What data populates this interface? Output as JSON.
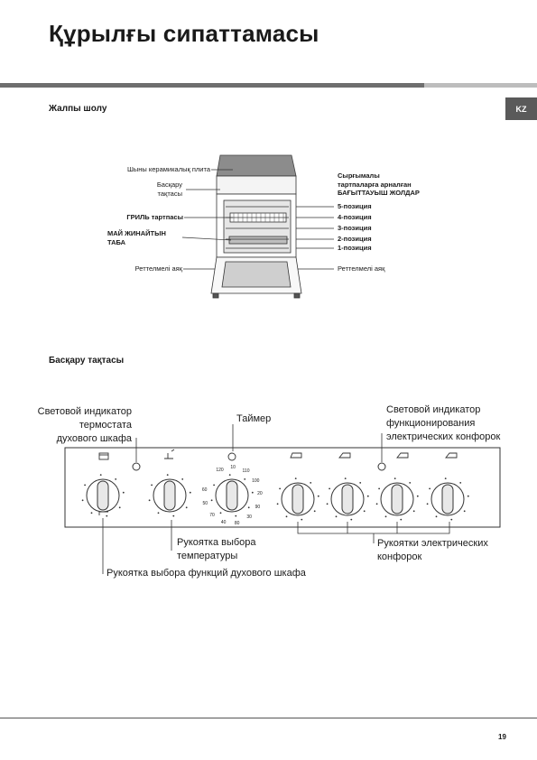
{
  "header": {
    "title": "Құрылғы сипаттамасы",
    "lang_tab": "KZ"
  },
  "overview": {
    "heading": "Жалпы шолу",
    "labels": {
      "glass_ceramic": "Шыны керамикалық плита",
      "control_panel": "Басқару\nтақтасы",
      "grill_rack": "ГРИЛЬ тартпасы",
      "drip_tray": "МАЙ ЖИНАЙТЫН\nТАБА",
      "adjustable_foot_left": "Реттелмелі аяқ",
      "sliding_guides": "Сырғымалы\nтартпаларға арналған\nБАҒЫТТАУЫШ ЖОЛДАР",
      "pos5": "5-позиция",
      "pos4": "4-позиция",
      "pos3": "3-позиция",
      "pos2": "2-позиция",
      "pos1": "1-позиция",
      "adjustable_foot_right": "Реттелмелі аяқ"
    }
  },
  "control_panel": {
    "heading": "Басқару тақтасы",
    "labels": {
      "thermostat_light": "Световой индикатор\nтермостата\nдухового шкафа",
      "timer": "Таймер",
      "hob_light": "Световой индикатор\nфункционирования\nэлектрических конфорок",
      "temp_knob": "Рукоятка выбора\nтемпературы",
      "hob_knobs": "Рукоятки электрических\nконфорок",
      "function_knob": "Рукоятка выбора функций духового шкафа"
    },
    "timer_ticks": [
      "120",
      "10",
      "110",
      "100",
      "20",
      "90",
      "30",
      "80",
      "40",
      "70",
      "50",
      "60"
    ]
  },
  "footer": {
    "page_number": "19"
  }
}
